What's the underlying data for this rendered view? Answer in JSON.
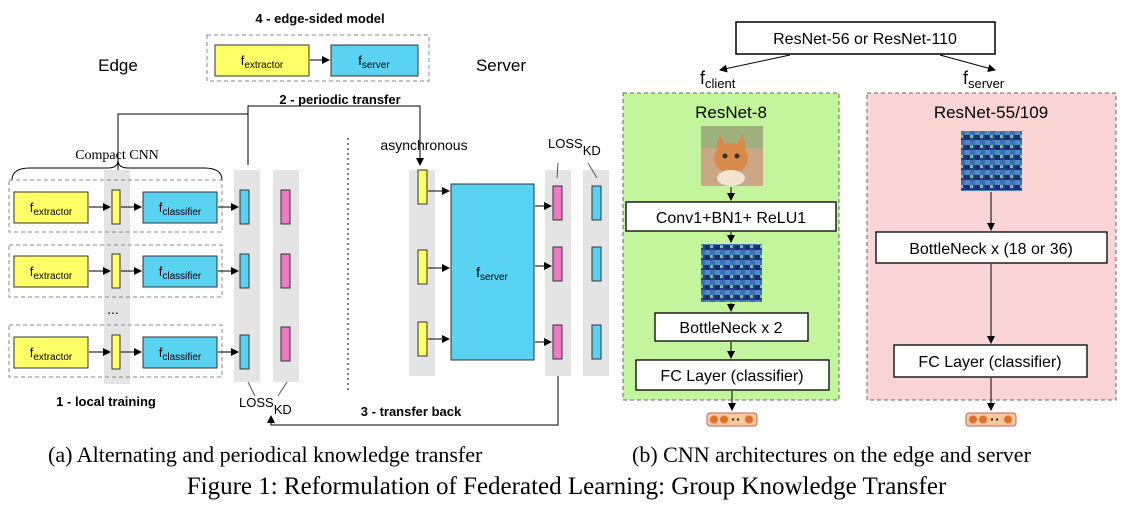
{
  "colors": {
    "extractor_fill": "#ffff66",
    "classifier_fill": "#5ad2f2",
    "server_fill": "#5ad2f2",
    "logit_pink": "#f278c8",
    "column_gray": "#e4e4e4",
    "client_panel": "#c2f59c",
    "server_panel": "#fbd5d5"
  },
  "panel_a": {
    "edge_label": "Edge",
    "server_label": "Server",
    "edge_sided_title": "4 - edge-sided model",
    "compact_cnn": "Compact CNN",
    "periodic_transfer": "2 - periodic transfer",
    "asynchronous": "asynchronous",
    "loss_top": "LOSS",
    "loss_sub": "KD",
    "local_training": "1 - local training",
    "transfer_back": "3 - transfer back",
    "ellipsis": "...",
    "f": "f",
    "sub_extractor": "extractor",
    "sub_classifier": "classifier",
    "sub_server": "server"
  },
  "panel_b": {
    "top_box": "ResNet-56 or ResNet-110",
    "f_client_sub": "client",
    "f_server_sub": "server",
    "client_title": "ResNet-8",
    "conv_box": "Conv1+BN1+ ReLU1",
    "bottleneck_client": "BottleNeck x 2",
    "fc_client": "FC Layer (classifier)",
    "server_title": "ResNet-55/109",
    "bottleneck_server": "BottleNeck x (18 or 36)",
    "fc_server": "FC Layer (classifier)"
  },
  "captions": {
    "a": "(a)  Alternating and periodical knowledge transfer",
    "b": "(b)  CNN architectures on the edge and server",
    "figure": "Figure 1: Reformulation of Federated Learning: Group Knowledge Transfer"
  }
}
